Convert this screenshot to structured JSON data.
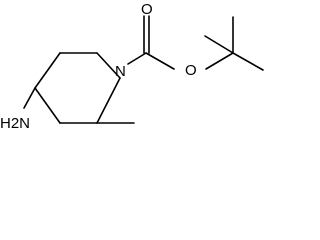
{
  "molecule": {
    "atoms": {
      "amine": "H2N",
      "ring_nitrogen": "N",
      "carbonyl_oxygen": "O",
      "ester_oxygen": "O"
    }
  },
  "colors": {
    "bond": "#000000",
    "label": "#000000",
    "background": "#ffffff"
  }
}
